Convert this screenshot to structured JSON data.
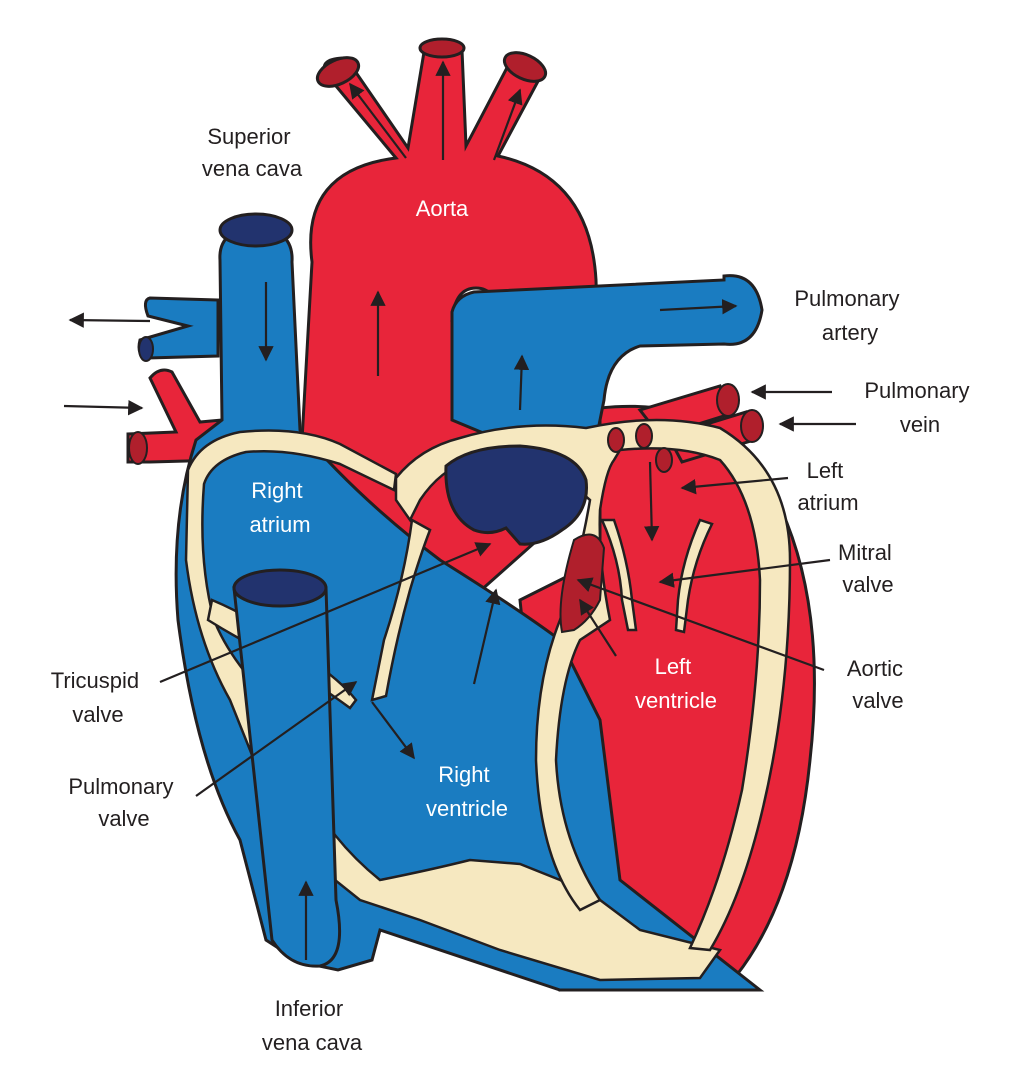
{
  "colors": {
    "oxygenated_red": "#e8253a",
    "dark_red": "#b01f2c",
    "deoxygenated_blue": "#1a7cc1",
    "navy": "#22336e",
    "wall_cream": "#f6e8c0",
    "outline": "#231f20",
    "label_text": "#231f20",
    "inner_label_text": "#ffffff"
  },
  "labels": {
    "superior_vena_cava": [
      "Superior",
      "vena cava"
    ],
    "aorta": [
      "Aorta"
    ],
    "pulmonary_artery": [
      "Pulmonary",
      "artery"
    ],
    "pulmonary_vein": [
      "Pulmonary",
      "vein"
    ],
    "left_atrium": [
      "Left",
      "atrium"
    ],
    "mitral_valve": [
      "Mitral",
      "valve"
    ],
    "aortic_valve": [
      "Aortic",
      "valve"
    ],
    "right_atrium": [
      "Right",
      "atrium"
    ],
    "left_ventricle": [
      "Left",
      "ventricle"
    ],
    "right_ventricle": [
      "Right",
      "ventricle"
    ],
    "tricuspid_valve": [
      "Tricuspid",
      "valve"
    ],
    "pulmonary_valve": [
      "Pulmonary",
      "valve"
    ],
    "inferior_vena_cava": [
      "Inferior",
      "vena cava"
    ]
  }
}
